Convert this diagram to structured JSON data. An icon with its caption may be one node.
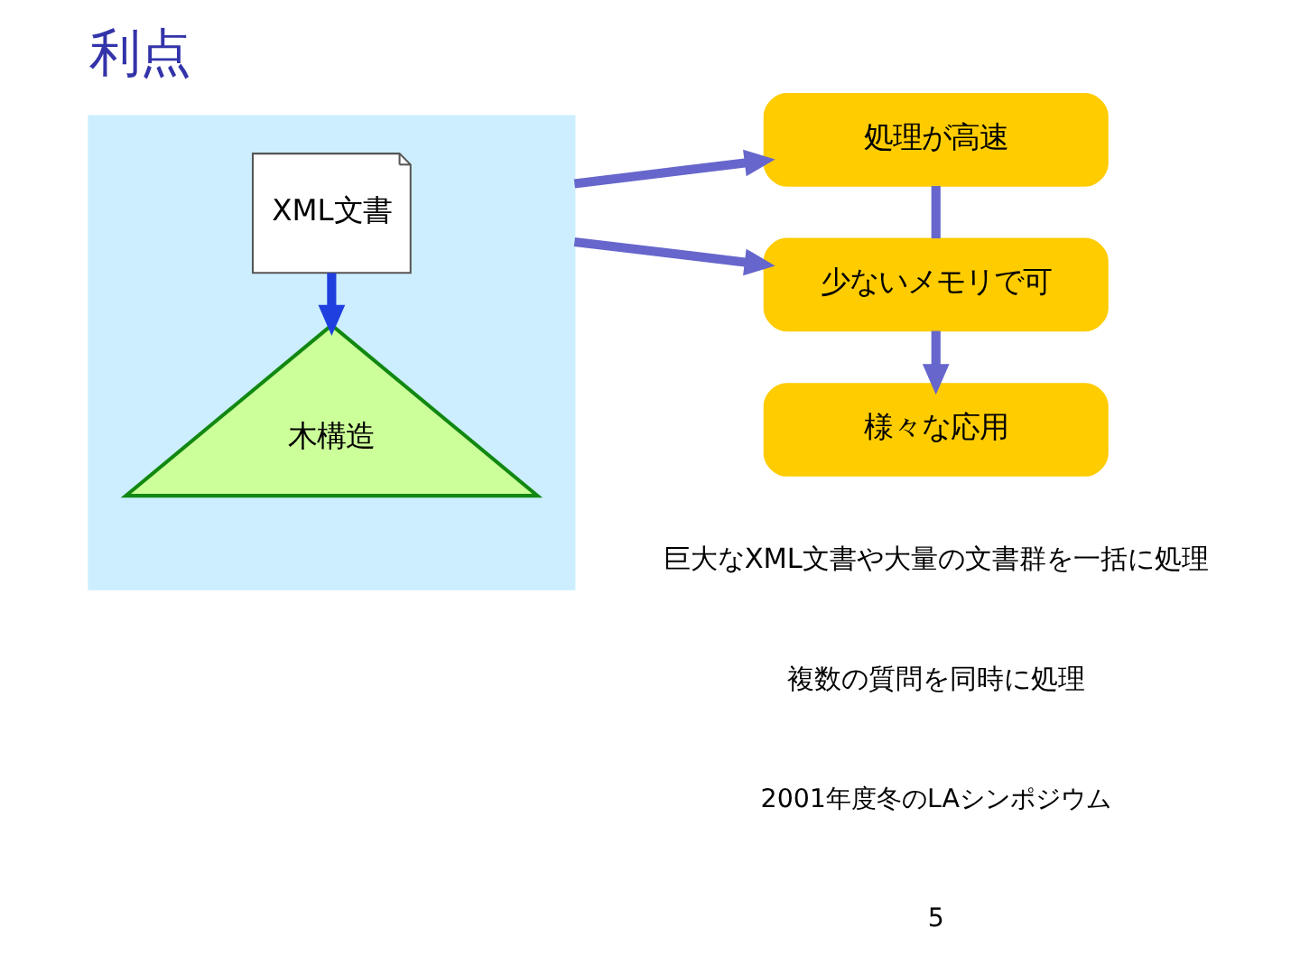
{
  "diagram": {
    "title": "利点",
    "nodes": [
      {
        "text": [],
        "shape": "box"
      },
      {
        "text": [
          "XML文書"
        ],
        "in": 0
      },
      {
        "text": [
          "木構造"
        ],
        "in": 0
      },
      {
        "text": [
          "処理が高速"
        ]
      },
      {
        "text": [
          "少ないメモリで可"
        ]
      },
      {
        "text": [
          "様々な応用"
        ]
      }
    ],
    "edges": [
      {
        "from": 1,
        "to": 2,
        "arrow": "to",
        "color": "#1f3fdf"
      },
      {
        "from": 0,
        "to": 3,
        "arrow": "to"
      },
      {
        "from": 0,
        "to": 4,
        "arrow": "to"
      },
      {
        "from": 3,
        "to": 4,
        "arrow": "none"
      },
      {
        "from": 4,
        "to": 5,
        "arrow": "to"
      }
    ],
    "labels": [
      "巨大なXML文書や大量の文書群を一括に処理",
      "複数の質問を同時に処理",
      "2001年度冬のLAシンポジウム",
      "5"
    ]
  }
}
